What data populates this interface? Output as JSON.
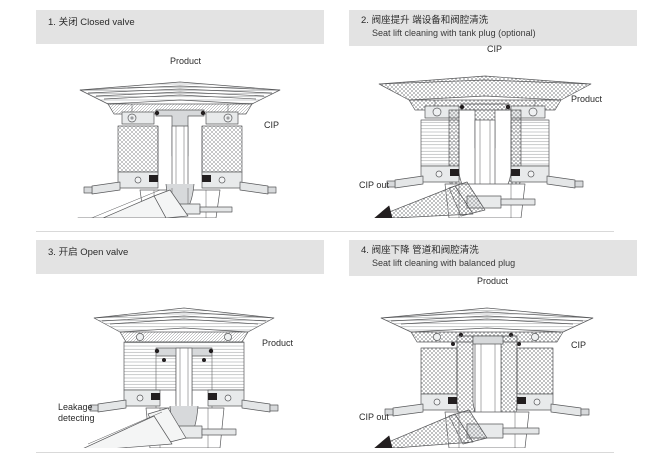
{
  "document": {
    "title": "Valve operation modes cross-section diagram"
  },
  "panels": [
    {
      "number": "1.",
      "title_cn": "关闭 Closed valve",
      "title_en": "",
      "single_line": true,
      "labels": {
        "top": "Product",
        "right": "CIP",
        "flow": "",
        "lower_left": ""
      },
      "fill_state": "plain"
    },
    {
      "number": "2.",
      "title_cn": "阀座提升 端设备和阀腔清洗",
      "title_en": "Seat lift cleaning with tank plug (optional)",
      "single_line": false,
      "labels": {
        "top": "CIP",
        "right": "Product",
        "flow": "CIP out",
        "lower_left": ""
      },
      "fill_state": "cip"
    },
    {
      "number": "3.",
      "title_cn": "开启 Open valve",
      "title_en": "",
      "single_line": true,
      "labels": {
        "top": "",
        "right": "Product",
        "flow": "",
        "lower_left": "Leakage\ndetecting"
      },
      "fill_state": "plain"
    },
    {
      "number": "4.",
      "title_cn": "阀座下降 管道和阀腔清洗",
      "title_en": "Seat lift cleaning with balanced plug",
      "single_line": false,
      "labels": {
        "top": "Product",
        "right": "CIP",
        "flow": "CIP out",
        "lower_left": ""
      },
      "fill_state": "cip"
    }
  ],
  "colors": {
    "header_band": "#e3e3e3",
    "rule": "#d9d9d9",
    "line": "#58595b",
    "text": "#231f20"
  }
}
